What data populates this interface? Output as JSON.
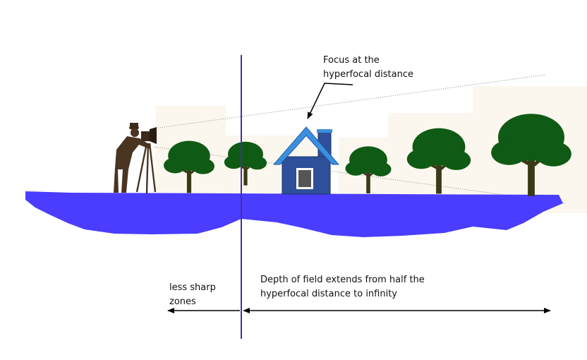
{
  "annotations": {
    "focus": [
      "Focus at the",
      "hyperfocal distance"
    ],
    "less_sharp": [
      "less sharp",
      "zones"
    ],
    "depth_of_field": [
      "Depth of field extends from half the",
      "hyperfocal distance to infinity"
    ]
  },
  "colors": {
    "ground": "#4a3dff",
    "focus_line": "#4b2f9e",
    "tree_canopy": "#0f5a14",
    "tree_trunk": "#3a3a18",
    "house_body": "#2e4f99",
    "house_roof": "#3c8fe0",
    "photographer": "#4a3422",
    "sky_haze": "#fbf7ee"
  },
  "icons": [
    "photographer-with-tripod-camera",
    "house-icon",
    "tree-icon"
  ]
}
